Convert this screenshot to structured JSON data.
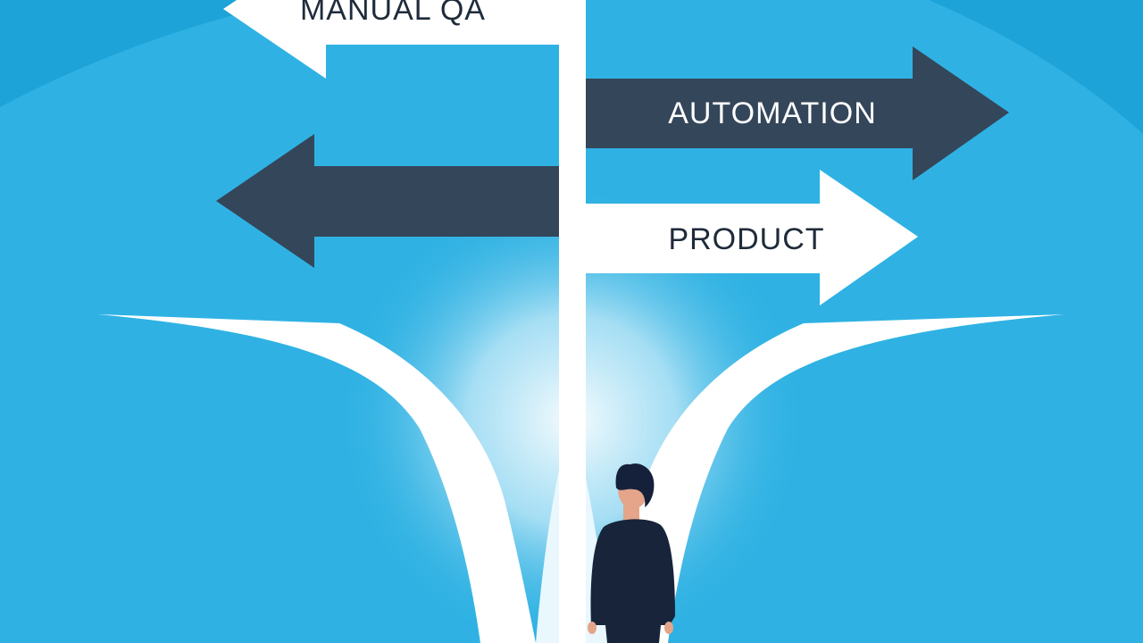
{
  "signs": {
    "manual_qa": "MANUAL QA",
    "automation": "AUTOMATION",
    "product": "PRODUCT"
  },
  "colors": {
    "sky": "#2fb2e3",
    "sky_top": "#1ea3d8",
    "arrow_dark": "#34465a",
    "arrow_light": "#ffffff",
    "road": "#ffffff",
    "person_suit": "#17243a",
    "person_hair": "#15213a",
    "person_skin": "#e4a58a"
  }
}
